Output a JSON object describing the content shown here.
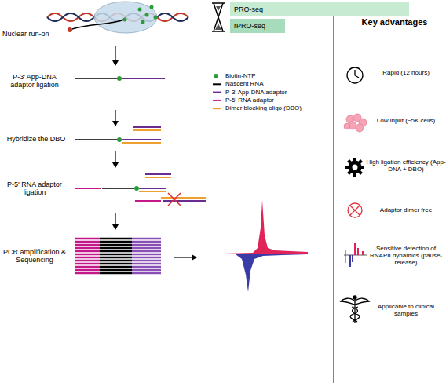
{
  "diagram": {
    "nodes": [
      {
        "text": [
          "PRO-seq"
        ]
      },
      {
        "text": [
          "rPRO-seq"
        ]
      }
    ],
    "labels": [
      "Nuclear run-on",
      "P-3' App-DNA adaptor ligation",
      "Hybridize the DBO",
      "P-5' RNA adaptor ligation",
      "PCR amplification & Sequencing",
      "Key advantages",
      "Rapid (12 hours)",
      "Low input (~5K cells)",
      "High ligation efficiency (App-DNA + DBO)",
      "Adaptor dimer free",
      "Sensitive detection of RNAPII dynamics (pause-release)",
      "Applicable to clinical samples"
    ],
    "legend": [
      {
        "text": "Biotin-NTP"
      },
      {
        "text": "Nascent RNA"
      },
      {
        "text": "P-3' App-DNA adaptor"
      },
      {
        "text": "P-5' RNA adaptor"
      },
      {
        "text": "Dimer blocking oligo (DBO)"
      }
    ]
  }
}
